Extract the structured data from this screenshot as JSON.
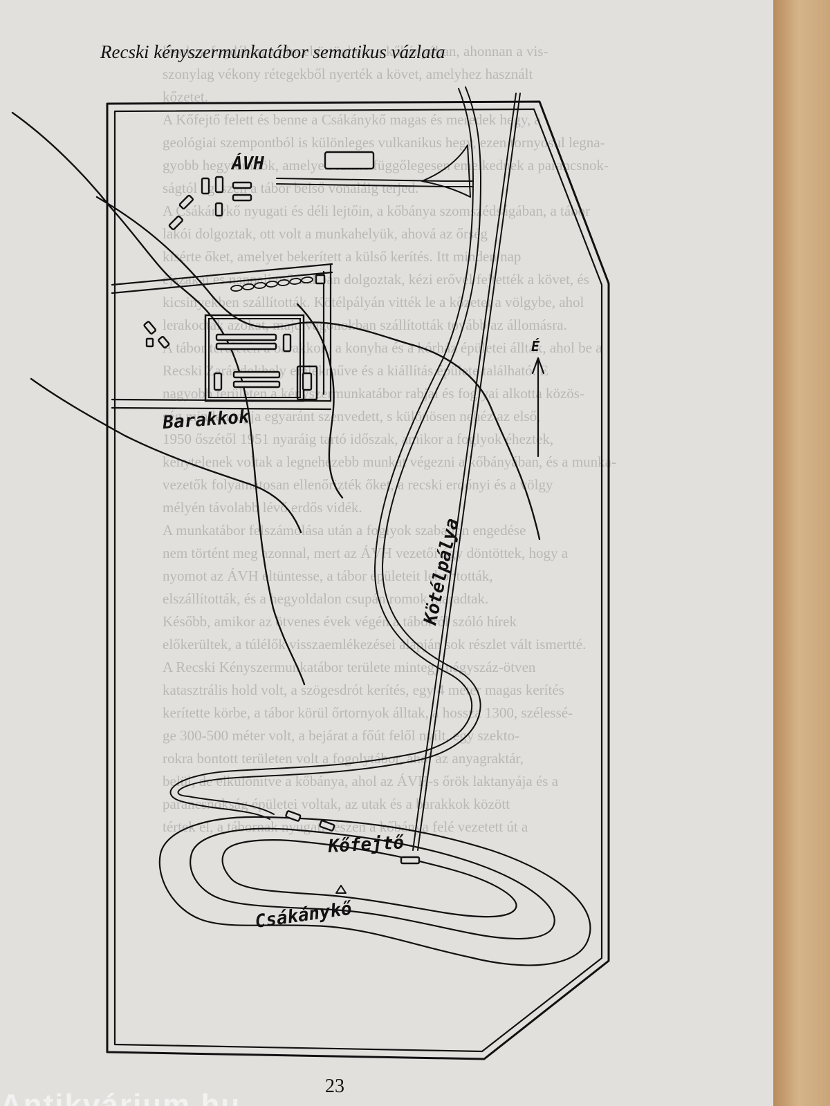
{
  "page": {
    "title": "Recski kényszermunkatábor sematikus vázlata",
    "page_number": "23",
    "watermark": "Antikvárium.hu"
  },
  "map": {
    "labels": {
      "avh": "ÁVH",
      "barracks": "Barakkok",
      "ropeway": "Kötélpálya",
      "quarry": "Kőfejtő",
      "peak": "Csákánykő",
      "north": "É"
    },
    "colors": {
      "ink": "#111111",
      "paper": "#e2e0dd",
      "spine": "#cdb08b"
    }
  },
  "background_text": [
    "lások, a fogdában a pincebörtönben, a kőbányában, ahonnan a vis-",
    "szonylag vékony rétegekből nyerték a követ, amelyhez használt",
    "kőzetet.",
    "A Kőfejtő felett és benne a Csákánykő magas és meredek hegy, a",
    "geológiai szempontból is különleges vulkanikus hegy, ezen tornyosul legna-",
    "gyobb hegytömbök, amelyek szinte függőlegesen emelkednek a parancsnok-",
    "ságtól egészen a tábor belső vonaláig terjed.",
    "A Csákánykő nyugati és déli lejtőin, a kőbánya szomszédságában, a tábor",
    "lakói dolgoztak, ott volt a munkahelyük, ahová az őrség",
    "kísérte őket, amelyet bekerített a külső kerítés. Itt minden nap",
    "éjszakai és nappali műszakban dolgoztak, kézi erővel fejtették a követ, és",
    "kicsinyekben szállították. Kötélpályán vitték le a kőzetet a völgybe, ahol",
    "lerakodták azokat, majd vagonokban szállították tovább az állomásra.",
    "A tábor területén a barakkok, a konyha és a kórház épületei álltak, ahol be a",
    "Recski Zarándokhely emlékműve és a kiállítás épülete található. E",
    "nagyobb területen a kényszermunkatábor rabjai és foglyai alkotta közös-",
    "ség minden tagja egyaránt szenvedett, s különösen nehéz az első,",
    "1950 őszétől 1951 nyaráig tartó időszak, amikor a foglyok éheztek,",
    "kénytelenek voltak a legnehezebb munkát végezni a kőbányában, és a munka-",
    "vezetők folyamatosan ellenőrizték őket, a recski erdőnyi és a völgy",
    "mélyén távolabb lévő erdős vidék.",
    "A munkatábor felszámolása után a foglyok szabadon engedése",
    "nem történt meg azonnal, mert az ÁVH vezetői úgy döntöttek, hogy a",
    "nyomot az ÁVH eltüntesse, a tábor épületeit lebontották,",
    "elszállították, és a hegyoldalon csupán romok maradtak.",
    "Később, amikor az ötvenes évek végén a táborról szóló hírek",
    "előkerültek, a túlélők visszaemlékezései alapján sok részlet vált ismertté.",
    "A Recski Kényszermunkatábor területe mintegy négyszáz-ötven",
    "katasztrális hold volt, a szögesdrót kerítés, egy 4 méter magas kerítés",
    "kerítette körbe, a tábor körül őrtornyok álltak, a hossza 1300, szélessé-",
    "ge 300-500 méter volt, a bejárat a főút felől nyílt, egy szekto-",
    "rokra bontott területen volt a fogolytábor, ahol az anyagraktár,",
    "belül, de elkülönítve a kőbánya, ahol az ÁVH-s őrök laktanyája és a",
    "parancsnokság épületei voltak, az utak és a barakkok között",
    "tértek el, a tábornak nyugati részén a kőbánya felé vezetett út a"
  ]
}
